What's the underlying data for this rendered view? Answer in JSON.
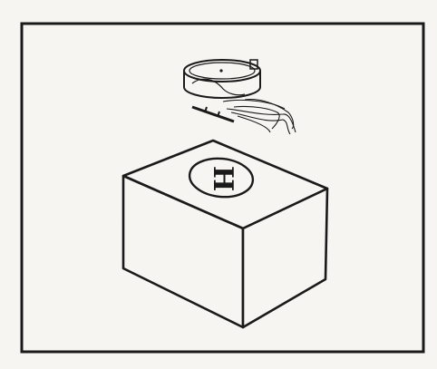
{
  "illustration": {
    "helipad_marking": "H",
    "ink_color": "#1a1a1a",
    "paper_color": "#f6f5f2",
    "objects": [
      "frame",
      "box",
      "helipad-circle",
      "ring-lamp",
      "bracket",
      "wire-bundle"
    ]
  }
}
